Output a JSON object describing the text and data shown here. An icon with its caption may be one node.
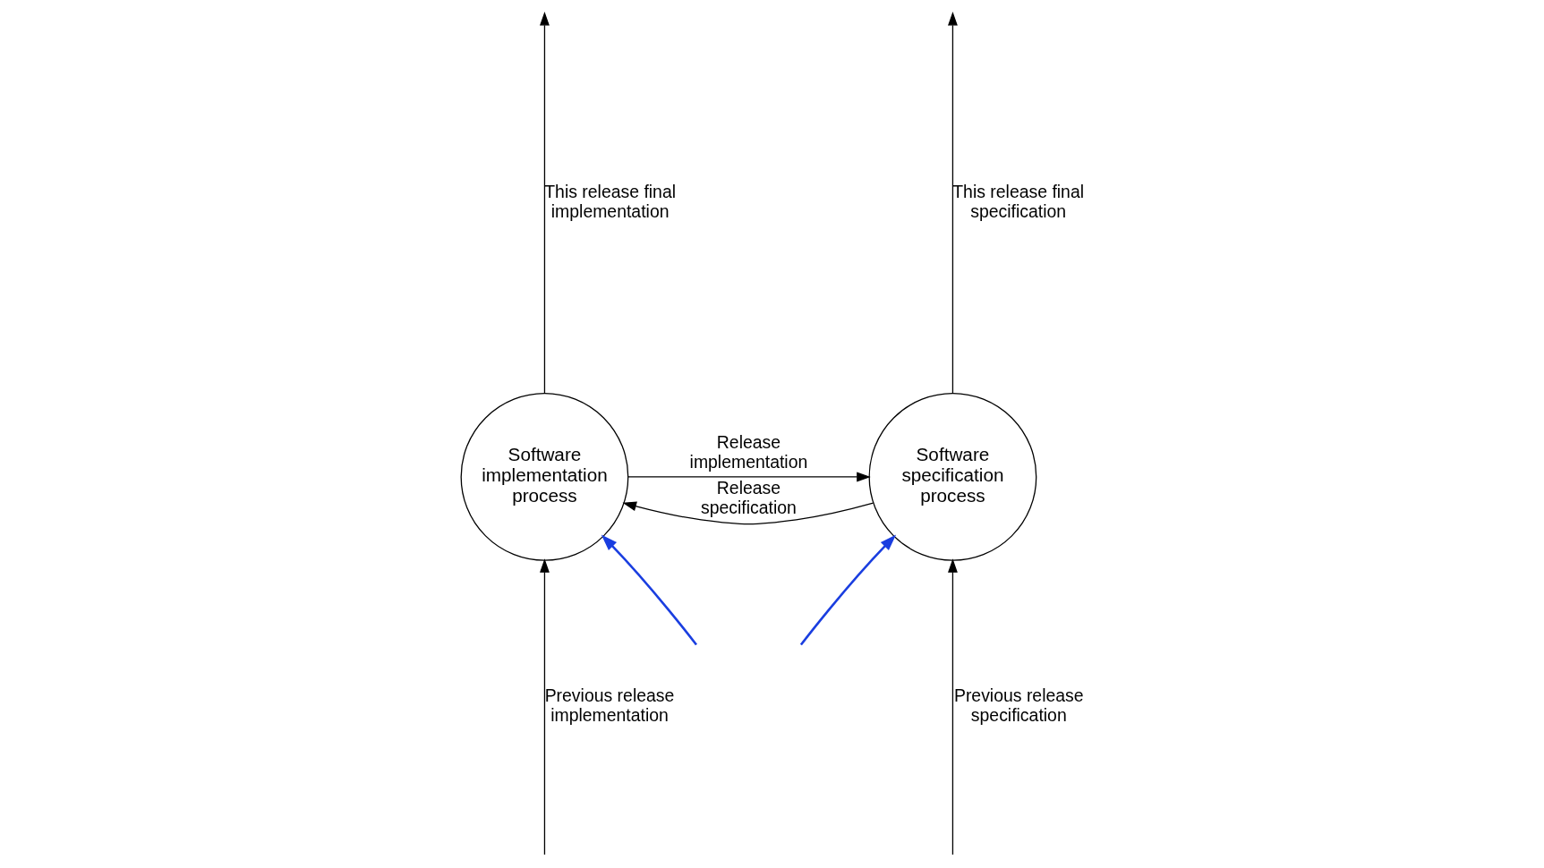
{
  "diagram": {
    "nodes": [
      {
        "text": [
          "Software implementation process"
        ]
      },
      {
        "text": [
          "Software specification process"
        ]
      }
    ],
    "edges": [
      {
        "from": 0,
        "to": null,
        "arrow": "to",
        "label": "This release final implementation"
      },
      {
        "from": 1,
        "to": null,
        "arrow": "to",
        "label": "This release final specification"
      },
      {
        "from": 1,
        "to": 0,
        "arrow": "to",
        "label": "Release specification"
      },
      {
        "from": 0,
        "to": 1,
        "arrow": "to",
        "label": "Release implementation"
      },
      {
        "from": null,
        "to": 0,
        "arrow": "to",
        "label": "Previous release implementation"
      },
      {
        "from": null,
        "to": 1,
        "arrow": "to",
        "label": "Previous release specification"
      },
      {
        "from": null,
        "to": 0,
        "arrow": "to",
        "color": "#1a3ee0"
      },
      {
        "from": null,
        "to": 1,
        "arrow": "to",
        "color": "#1a3ee0"
      }
    ]
  }
}
